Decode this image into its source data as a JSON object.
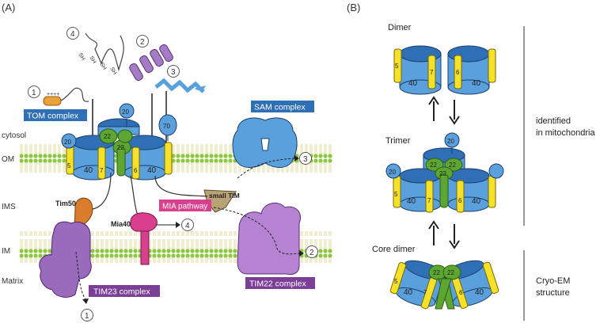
{
  "panel_a": {
    "label": "(A)",
    "regions": {
      "cytosol": "cytosol",
      "om": "OM",
      "ims": "IMS",
      "im": "IM",
      "matrix": "Matrix"
    },
    "tom_complex": {
      "label": "TOM complex",
      "subunit_40": "40",
      "subunit_5": "5",
      "subunit_7": "7",
      "subunit_6": "6",
      "subunit_20": "20",
      "subunit_22": "22",
      "subunit_70": "70"
    },
    "sam_complex": {
      "label": "SAM complex"
    },
    "tim23_complex": {
      "label": "TIM23 complex",
      "tim50": "Tim50"
    },
    "tim22_complex": {
      "label": "TIM22 complex"
    },
    "mia_pathway": {
      "label": "MIA pathway",
      "mia40": "Mia40"
    },
    "small_tim": "small TIM",
    "sh": "SH",
    "presequence_charges": "++++",
    "routes": {
      "r1": "1",
      "r2": "2",
      "r3": "3",
      "r4": "4"
    },
    "colors": {
      "tom": "#2e6fb5",
      "sam": "#2e6fb5",
      "tim23": "#7b3f98",
      "tim22": "#7b3f98",
      "mia": "#d8408f",
      "tim50": "#d87c2e",
      "yellow": "#f5e02a",
      "green": "#5da631",
      "blue": "#5aa0dc"
    }
  },
  "panel_b": {
    "label": "(B)",
    "dimer": "Dimer",
    "trimer": "Trimer",
    "core_dimer": "Core dimer",
    "note_top": [
      "identified",
      "in mitochondria"
    ],
    "note_bottom": [
      "Cryo-EM",
      "structure"
    ]
  }
}
